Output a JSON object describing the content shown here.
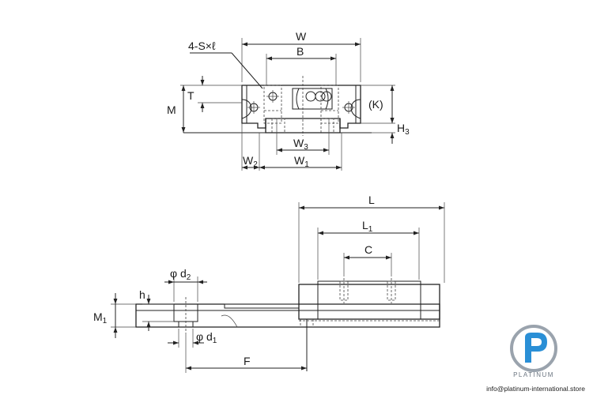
{
  "labels": {
    "holes": "4-S×ℓ",
    "W": "W",
    "B": "B",
    "T": "T",
    "M": "M",
    "K": "(K)",
    "H3": "H",
    "H3_sub": "3",
    "W3": "W",
    "W3_sub": "3",
    "W2": "W",
    "W2_sub": "2",
    "W1": "W",
    "W1_sub": "1",
    "L": "L",
    "L1": "L",
    "L1_sub": "1",
    "C": "C",
    "d2": "φ d",
    "d2_sub": "2",
    "h": "h",
    "M1": "M",
    "M1_sub": "1",
    "d1": "φ d",
    "d1_sub": "1",
    "F": "F"
  },
  "brand": {
    "name": "PLATINUM",
    "email": "info@platinum-international.store",
    "colors": {
      "blue": "#2a8fd6",
      "gray": "#9aa3ad"
    }
  }
}
